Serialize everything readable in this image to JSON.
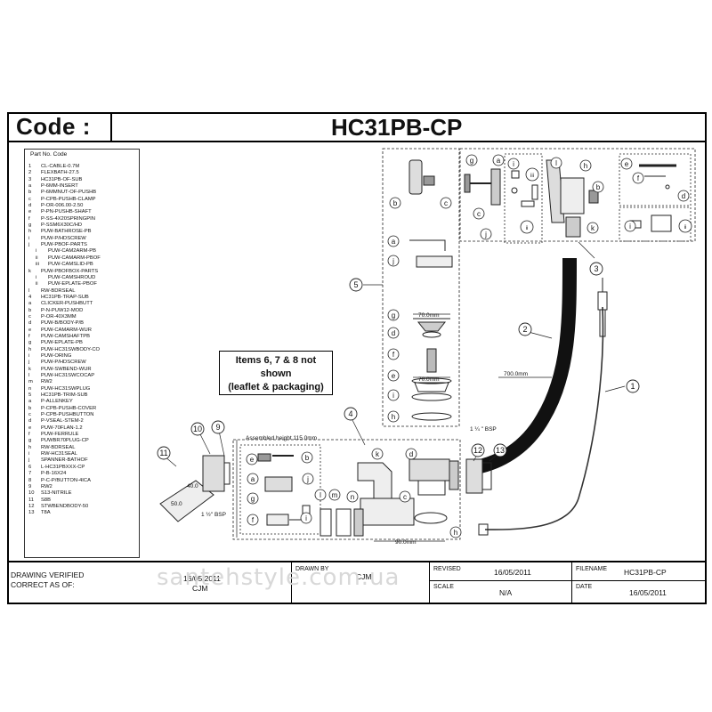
{
  "header": {
    "code_label": "Code :",
    "code_value": "HC31PB-CP"
  },
  "parts": {
    "heading": "Part No. Code",
    "items": [
      {
        "n": "1",
        "t": "CL-CABLE-0.7M",
        "lvl": 1
      },
      {
        "n": "2",
        "t": "FLEXBATH-27.5",
        "lvl": 1
      },
      {
        "n": "3",
        "t": "HC31PB-OF-SUB",
        "lvl": 1
      },
      {
        "n": "a",
        "t": "P-6MM-INSERT",
        "lvl": 1
      },
      {
        "n": "b",
        "t": "P-6MMNUT-OF-PUSHB",
        "lvl": 1
      },
      {
        "n": "c",
        "t": "P-CPB-PUSHB-CLAMP",
        "lvl": 1
      },
      {
        "n": "d",
        "t": "P-OR-006.00-2.50",
        "lvl": 1
      },
      {
        "n": "e",
        "t": "P-PN-PUSHB-SHAFT",
        "lvl": 1
      },
      {
        "n": "f",
        "t": "P-SS-4X20SPRINGPIN",
        "lvl": 1
      },
      {
        "n": "g",
        "t": "P-SSM6X30C/HD",
        "lvl": 1
      },
      {
        "n": "h",
        "t": "PUW-BATHROSE-PB",
        "lvl": 1
      },
      {
        "n": "i",
        "t": "PUW-P/HDSCREW",
        "lvl": 1
      },
      {
        "n": "j",
        "t": "PUW-PBOF-PARTS",
        "lvl": 1
      },
      {
        "n": "i",
        "t": "PUW-CAM2ARM-PB",
        "lvl": 2
      },
      {
        "n": "ii",
        "t": "PUW-CAMARM-PBOF",
        "lvl": 2
      },
      {
        "n": "iii",
        "t": "PUW-CAMSLID-PB",
        "lvl": 2
      },
      {
        "n": "k",
        "t": "PUW-PBOFBOX-PARTS",
        "lvl": 1
      },
      {
        "n": "i",
        "t": "PUW-CAMSHROUD",
        "lvl": 2
      },
      {
        "n": "ii",
        "t": "PUW-EPLATE-PBOF",
        "lvl": 2
      },
      {
        "n": "l",
        "t": "RW-BDRSEAL",
        "lvl": 1
      },
      {
        "n": "4",
        "t": "HC31PB-TRAP-SUB",
        "lvl": 1
      },
      {
        "n": "a",
        "t": "CLICKER-PUSHBUTT",
        "lvl": 1
      },
      {
        "n": "b",
        "t": "P-N-PUW12-MOD",
        "lvl": 1
      },
      {
        "n": "c",
        "t": "P-OR-40X3MM",
        "lvl": 1
      },
      {
        "n": "d",
        "t": "PUW-B/BODY-P/B",
        "lvl": 1
      },
      {
        "n": "e",
        "t": "PUW-CAMARM-WUR",
        "lvl": 1
      },
      {
        "n": "f",
        "t": "PUW-CAMSHAFTPB",
        "lvl": 1
      },
      {
        "n": "g",
        "t": "PUW-EPLATE-PB",
        "lvl": 1
      },
      {
        "n": "h",
        "t": "PUW-HC31SWBODY-CO",
        "lvl": 1
      },
      {
        "n": "i",
        "t": "PUW-ORING",
        "lvl": 1
      },
      {
        "n": "j",
        "t": "PUW-P/HDSCREW",
        "lvl": 1
      },
      {
        "n": "k",
        "t": "PUW-SWBEND-WUR",
        "lvl": 1
      },
      {
        "n": "l",
        "t": "PUW-HC31SWCOCAP",
        "lvl": 1
      },
      {
        "n": "m",
        "t": "RW2",
        "lvl": 1
      },
      {
        "n": "n",
        "t": "PUW-HC31SWPLUG",
        "lvl": 1
      },
      {
        "n": "5",
        "t": "HC31PB-TRIM-SUB",
        "lvl": 1
      },
      {
        "n": "a",
        "t": "P-ALLENKEY",
        "lvl": 1
      },
      {
        "n": "b",
        "t": "P-CPB-PUSHB-COVER",
        "lvl": 1
      },
      {
        "n": "c",
        "t": "P-CPB-PUSHBUTTON",
        "lvl": 1
      },
      {
        "n": "d",
        "t": "P-VSEAL-STEM-2",
        "lvl": 1
      },
      {
        "n": "e",
        "t": "PUW-70FLAN-1.2",
        "lvl": 1
      },
      {
        "n": "f",
        "t": "PUW-FERRULE",
        "lvl": 1
      },
      {
        "n": "g",
        "t": "PUWBR70PLUG-CP",
        "lvl": 1
      },
      {
        "n": "h",
        "t": "RW-BDRSEAL",
        "lvl": 1
      },
      {
        "n": "i",
        "t": "RW-HC31SEAL",
        "lvl": 1
      },
      {
        "n": "j",
        "t": "SPANNER-BATHOF",
        "lvl": 1
      },
      {
        "n": "6",
        "t": "L-HC31PBXXX-CP",
        "lvl": 1
      },
      {
        "n": "7",
        "t": "P-B-16X24",
        "lvl": 1
      },
      {
        "n": "8",
        "t": "P-C-P/BUTTON-4ICA",
        "lvl": 1
      },
      {
        "n": "9",
        "t": "RW2",
        "lvl": 1
      },
      {
        "n": "10",
        "t": "S13-NITRILE",
        "lvl": 1
      },
      {
        "n": "11",
        "t": "S8B",
        "lvl": 1
      },
      {
        "n": "12",
        "t": "STWBENDBODY-50",
        "lvl": 1
      },
      {
        "n": "13",
        "t": "T8A",
        "lvl": 1
      }
    ]
  },
  "note": {
    "line1": "Items 6, 7 & 8 not",
    "line2": "shown",
    "line3": "(leaflet & packaging)"
  },
  "diagram": {
    "dim_assembled": "Assembled height 115.0mm",
    "dim_70a": "70.0mm",
    "dim_70b": "70.0mm",
    "dim_700": "700.0mm",
    "dim_90": "90.0mm",
    "dim_40": "40.0",
    "dim_50": "50.0",
    "bsp_1_1_4": "1 ¼ \" BSP",
    "bsp_1_1_2": "1 ½\" BSP",
    "callouts": [
      "1",
      "2",
      "3",
      "4",
      "5",
      "9",
      "10",
      "11",
      "12",
      "13"
    ],
    "letters": [
      "a",
      "b",
      "c",
      "d",
      "e",
      "f",
      "g",
      "h",
      "i",
      "j",
      "k",
      "l",
      "m",
      "n",
      "ii",
      "iii"
    ]
  },
  "footer": {
    "verified_label1": "DRAWING VERIFIED",
    "verified_label2": "CORRECT AS OF:",
    "verified_date": "16/05/2011",
    "verified_by": "CJM",
    "drawn_by_label": "DRAWN BY",
    "drawn_by_value": "CJM",
    "revised_label": "REVISED",
    "revised_value": "16/05/2011",
    "scale_label": "SCALE",
    "scale_value": "N/A",
    "filename_label": "FILENAME",
    "filename_value": "HC31PB-CP",
    "date_label": "DATE",
    "date_value": "16/05/2011"
  },
  "watermark": "santehstyle.com.ua"
}
